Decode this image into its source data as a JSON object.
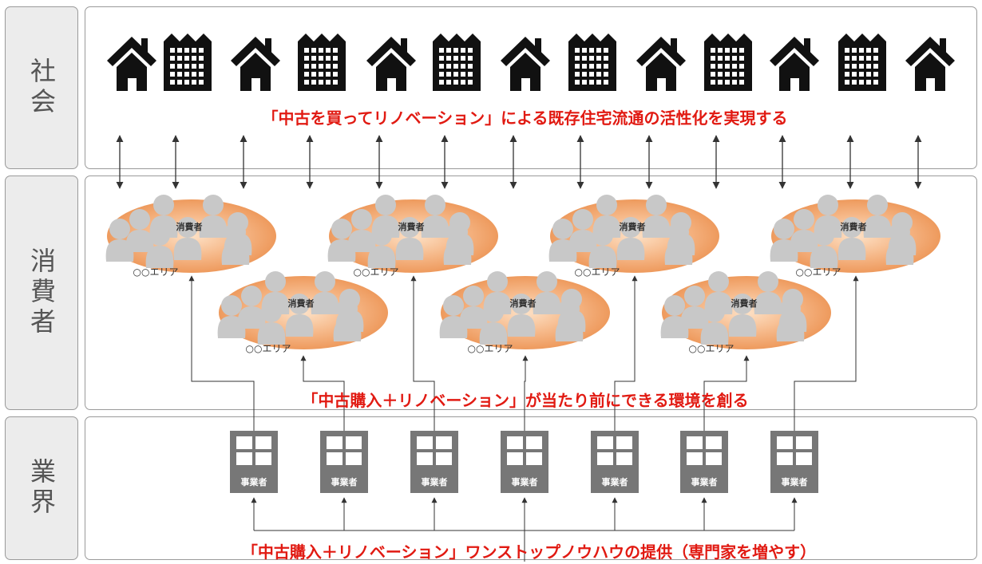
{
  "rows": [
    {
      "label": "社会"
    },
    {
      "label": "消費者"
    },
    {
      "label": "業界"
    }
  ],
  "society": {
    "pattern": [
      "house-icon",
      "building-icon",
      "house-icon",
      "building-icon",
      "house-icon",
      "building-icon",
      "house-icon",
      "building-icon",
      "house-icon",
      "building-icon",
      "house-icon",
      "building-icon",
      "house-icon"
    ],
    "headline": "「中古を買ってリノベーション」による既存住宅流通の活性化を実現する"
  },
  "consumers": {
    "group_label": "消費者",
    "area_label": "○○エリア",
    "group_count": 7,
    "headline": "「中古購入＋リノベーション」が当たり前にできる環境を創る"
  },
  "industry": {
    "business_label": "事業者",
    "business_count": 7,
    "headline": "「中古購入＋リノベーション」ワンストップノウハウの提供（専門家を増やす）"
  },
  "colors": {
    "headline": "#e11a12",
    "side_fill": "#ececec",
    "icon_black": "#111111",
    "person_gray": "#c8c8c8",
    "ellipse_orange": "#f1a56a",
    "business_gray": "#777777",
    "arrow": "#333333"
  }
}
